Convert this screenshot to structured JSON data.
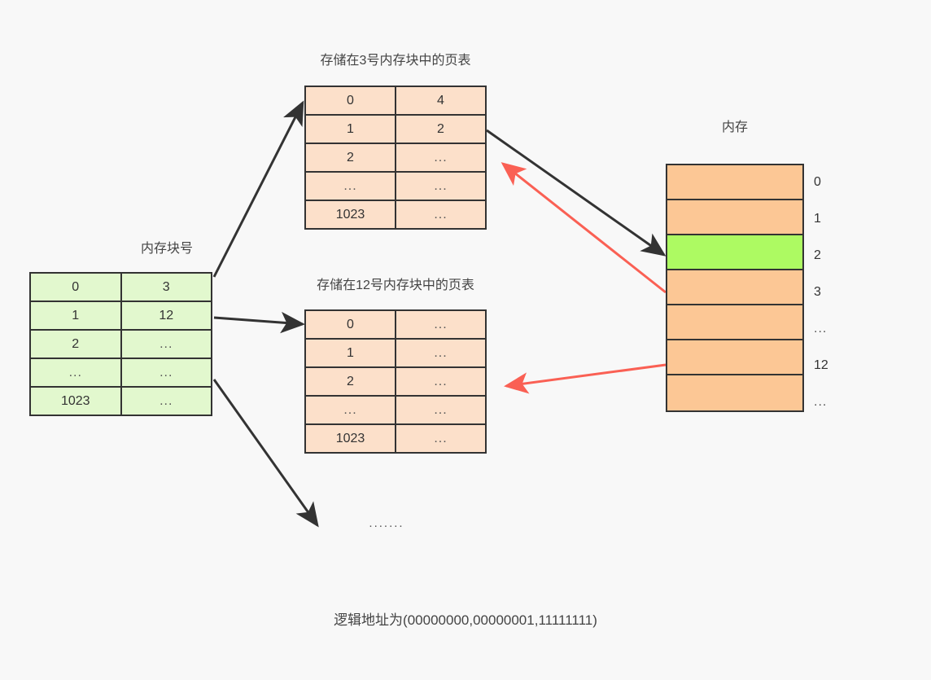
{
  "diagram": {
    "title_note": "逻辑地址为(00000000,00000001,11111111)",
    "middle_ellipsis": "......."
  },
  "outer_table": {
    "header_label": "内存块号",
    "rows": [
      {
        "index": "0",
        "block": "3"
      },
      {
        "index": "1",
        "block": "12"
      },
      {
        "index": "2",
        "block": "..."
      },
      {
        "index": "...",
        "block": "..."
      },
      {
        "index": "1023",
        "block": "..."
      }
    ]
  },
  "page_table_1": {
    "caption": "存储在3号内存块中的页表",
    "rows": [
      {
        "index": "0",
        "block": "4"
      },
      {
        "index": "1",
        "block": "2"
      },
      {
        "index": "2",
        "block": "..."
      },
      {
        "index": "...",
        "block": "..."
      },
      {
        "index": "1023",
        "block": "..."
      }
    ]
  },
  "page_table_2": {
    "caption": "存储在12号内存块中的页表",
    "rows": [
      {
        "index": "0",
        "block": "..."
      },
      {
        "index": "1",
        "block": "..."
      },
      {
        "index": "2",
        "block": "..."
      },
      {
        "index": "...",
        "block": "..."
      },
      {
        "index": "1023",
        "block": "..."
      }
    ]
  },
  "memory": {
    "caption": "内存",
    "blocks": [
      {
        "label": "0",
        "highlight": false
      },
      {
        "label": "1",
        "highlight": false
      },
      {
        "label": "2",
        "highlight": true
      },
      {
        "label": "3",
        "highlight": false
      },
      {
        "label": "...",
        "highlight": false
      },
      {
        "label": "12",
        "highlight": false
      },
      {
        "label": "...",
        "highlight": false
      }
    ]
  },
  "colors": {
    "background": "#f8f8f8",
    "outer_table_fill": "#e2f8ce",
    "page_table_fill": "#fce0ca",
    "memory_block_fill": "#fcc795",
    "memory_highlight_fill": "#adfa62",
    "stroke": "#333333",
    "arrow_black": "#333333",
    "arrow_red": "#fa6054"
  }
}
